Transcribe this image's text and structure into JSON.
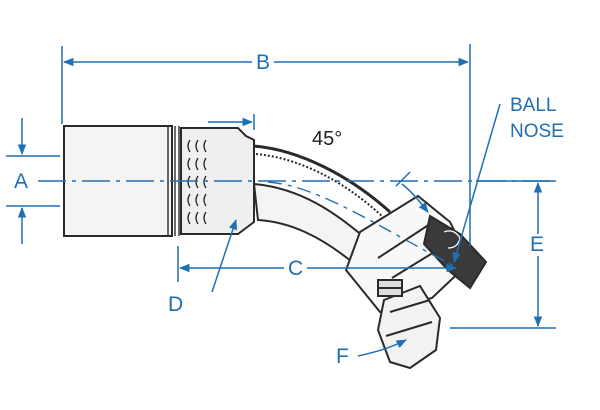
{
  "labels": {
    "A": "A",
    "B": "B",
    "C": "C",
    "D": "D",
    "E": "E",
    "F": "F",
    "angle": "45°",
    "ball_nose_line1": "BALL",
    "ball_nose_line2": "NOSE"
  },
  "colors": {
    "dimension": "#1f6fb2",
    "outline": "#2a2a2a",
    "background": "#ffffff"
  }
}
